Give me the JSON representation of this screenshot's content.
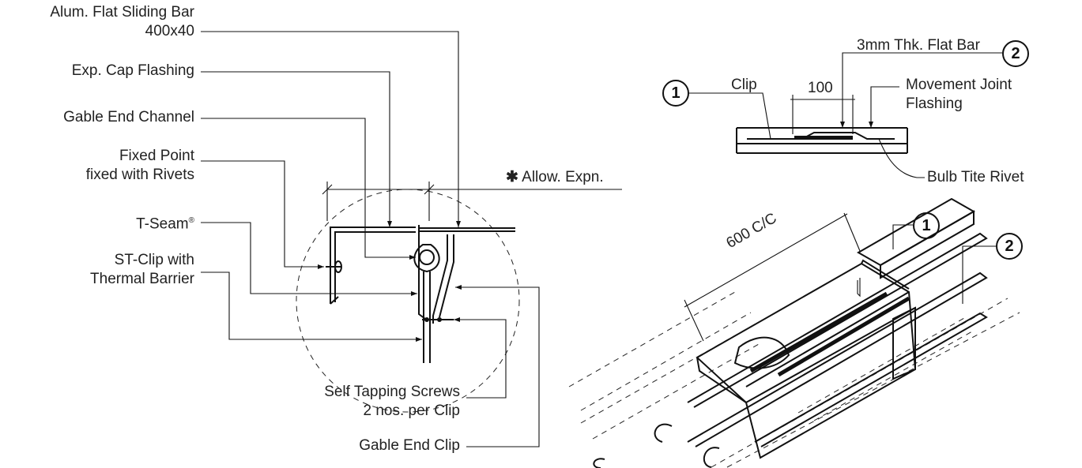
{
  "labels": {
    "sliding_bar_1": "Alum. Flat Sliding Bar",
    "sliding_bar_2": "400x40",
    "cap_flashing": "Exp. Cap Flashing",
    "gable_channel": "Gable End Channel",
    "fixed_point_1": "Fixed Point",
    "fixed_point_2": "fixed with Rivets",
    "tseam": "T-Seam",
    "tseam_mark": "®",
    "st_clip_1": "ST-Clip with",
    "st_clip_2": "Thermal Barrier",
    "screws_1": "Self Tapping Screws",
    "screws_2": "2 nos. per Clip",
    "gable_clip": "Gable End Clip",
    "allow_star": "✱",
    "allow": "Allow. Expn.",
    "flat_bar": "3mm Thk. Flat Bar",
    "clip": "Clip",
    "dim_100": "100",
    "movement_1": "Movement Joint",
    "movement_2": "Flashing",
    "bulb_rivet": "Bulb Tite Rivet",
    "spacing": "600 C/C"
  },
  "markers": {
    "one": "1",
    "two": "2"
  }
}
